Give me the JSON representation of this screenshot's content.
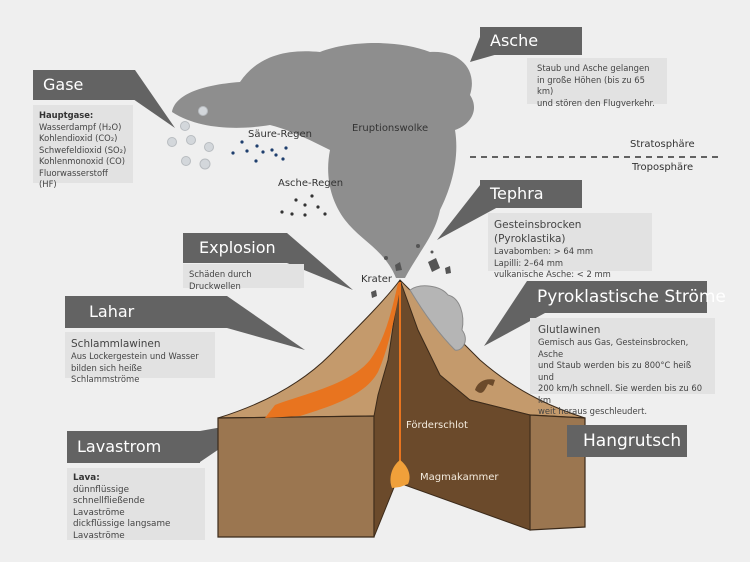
{
  "title": "Vulkanausbruch",
  "colors": {
    "callout": "#636363",
    "info_bg": "#e2e2e2",
    "cloud": "#8f8f8f",
    "lava": "#e8741f",
    "rock_light": "#c49a6c",
    "rock_dark": "#6b4a2b"
  },
  "labels": {
    "eruptionswolke": "Eruptionswolke",
    "saeure_regen": "Säure-Regen",
    "asche_regen": "Asche-Regen",
    "krater": "Krater",
    "foerderschlot": "Förderschlot",
    "magmakammer": "Magmakammer",
    "stratosphaere": "Stratosphäre",
    "troposphaere": "Troposphäre"
  },
  "callouts": {
    "gase": {
      "title": "Gase",
      "heading": "Hauptgase:",
      "lines": [
        "Wasserdampf (H₂O)",
        "Kohlendioxid (CO₂)",
        "Schwefeldioxid (SO₂)",
        "Kohlenmonoxid (CO)",
        "Fluorwasserstoff (HF)"
      ]
    },
    "asche": {
      "title": "Asche",
      "lines": [
        "Staub und Asche gelangen",
        "in große Höhen (bis zu 65 km)",
        "und stören den Flugverkehr."
      ]
    },
    "tephra": {
      "title": "Tephra",
      "heading": "Gesteinsbrocken (Pyroklastika)",
      "lines": [
        "Lavabomben: > 64 mm",
        "Lapilli: 2–64 mm",
        "vulkanische Asche: < 2 mm"
      ]
    },
    "explosion": {
      "title": "Explosion",
      "lines": [
        "Schäden durch Druckwellen"
      ]
    },
    "pyroklastisch": {
      "title": "Pyroklastische Ströme",
      "heading": "Glutlawinen",
      "lines": [
        "Gemisch aus Gas, Gesteinsbrocken, Asche",
        "und Staub werden bis zu 800°C heiß und",
        "200 km/h schnell. Sie werden bis zu 60 km",
        "weit heraus geschleudert."
      ]
    },
    "lahar": {
      "title": "Lahar",
      "heading": "Schlammlawinen",
      "lines": [
        "Aus Lockergestein und Wasser",
        "bilden sich heiße Schlammströme"
      ]
    },
    "lavastrom": {
      "title": "Lavastrom",
      "heading": "Lava:",
      "lines": [
        "dünnflüssige schnellfließende",
        "Lavaströme",
        "dickflüssige langsame",
        "Lavaströme"
      ]
    },
    "hangrutsch": {
      "title": "Hangrutsch"
    }
  }
}
